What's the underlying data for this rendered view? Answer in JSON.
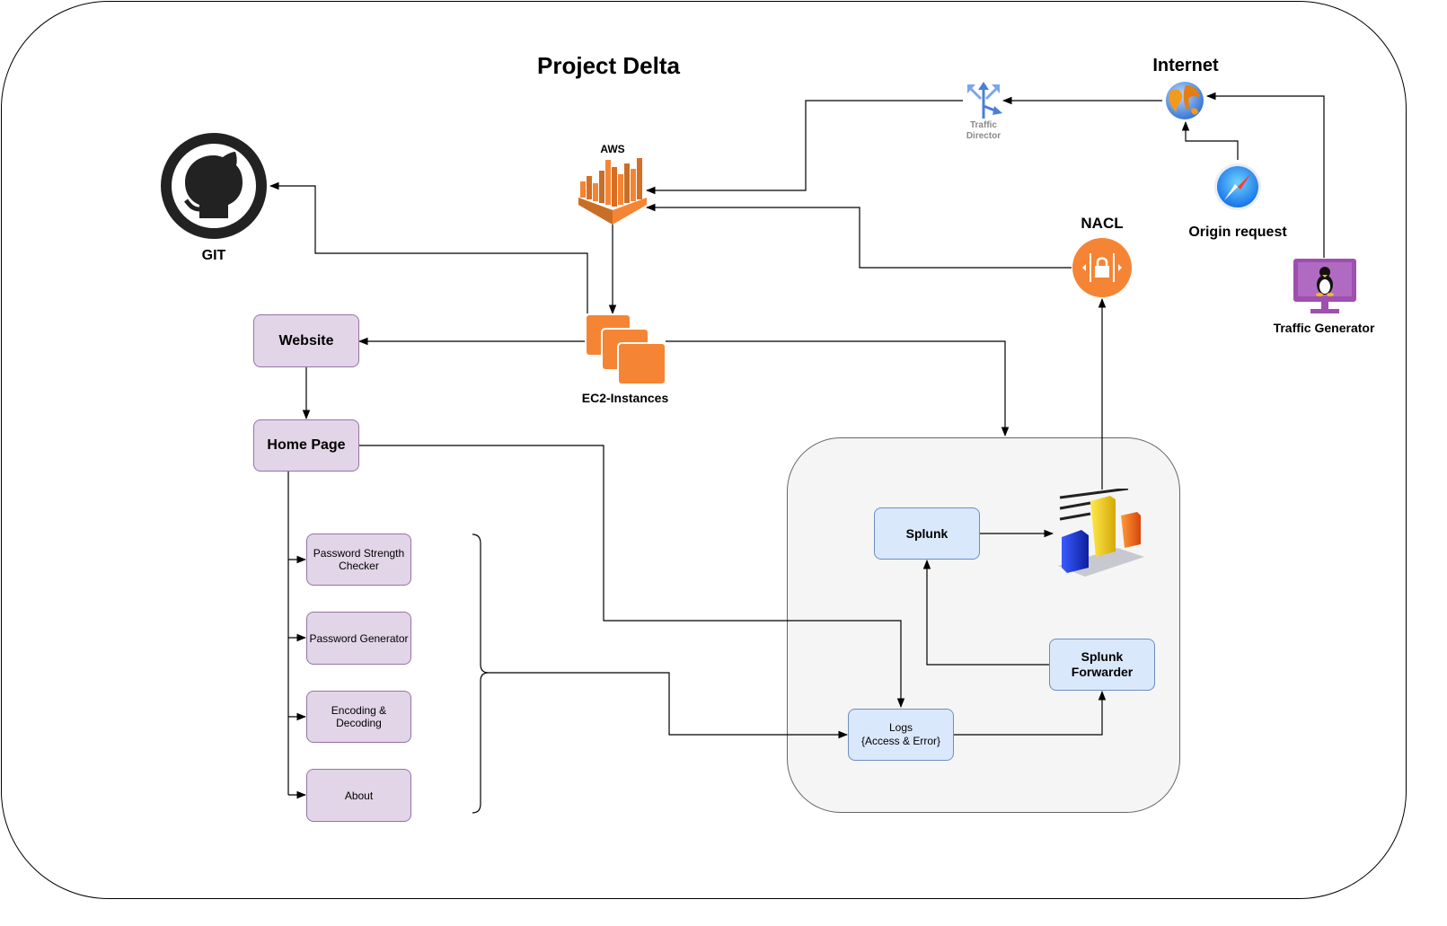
{
  "diagram": {
    "title": "Project Delta",
    "nodes": {
      "internet": "Internet",
      "traffic_director": "Traffic\nDirector",
      "aws": "AWS",
      "git": "GIT",
      "origin_request": "Origin request",
      "nacl": "NACL",
      "traffic_generator": "Traffic Generator",
      "ec2": "EC2-Instances",
      "website": "Website",
      "home_page": "Home Page",
      "password_strength_checker": "Password Strength\nChecker",
      "password_generator": "Password Generator",
      "encoding_decoding": "Encoding &\nDecoding",
      "about": "About",
      "splunk": "Splunk",
      "splunk_forwarder": "Splunk\nForwarder",
      "logs": "Logs\n{Access & Error}"
    },
    "icons": {
      "git": "github-icon",
      "aws": "aws-logo-icon",
      "traffic_director": "traffic-director-icon",
      "internet": "globe-icon",
      "origin_request": "safari-compass-icon",
      "nacl": "nacl-lock-icon",
      "traffic_generator": "linux-monitor-icon",
      "ec2": "ec2-instances-icon",
      "analytics": "bar-chart-icon"
    },
    "colors": {
      "aws_orange": "#f58534",
      "node_purple": "#e1d5e7",
      "node_purple_border": "#9673a6",
      "node_blue": "#dae8fc",
      "node_blue_border": "#6c8ebf",
      "group_fill": "#f5f5f5"
    }
  }
}
